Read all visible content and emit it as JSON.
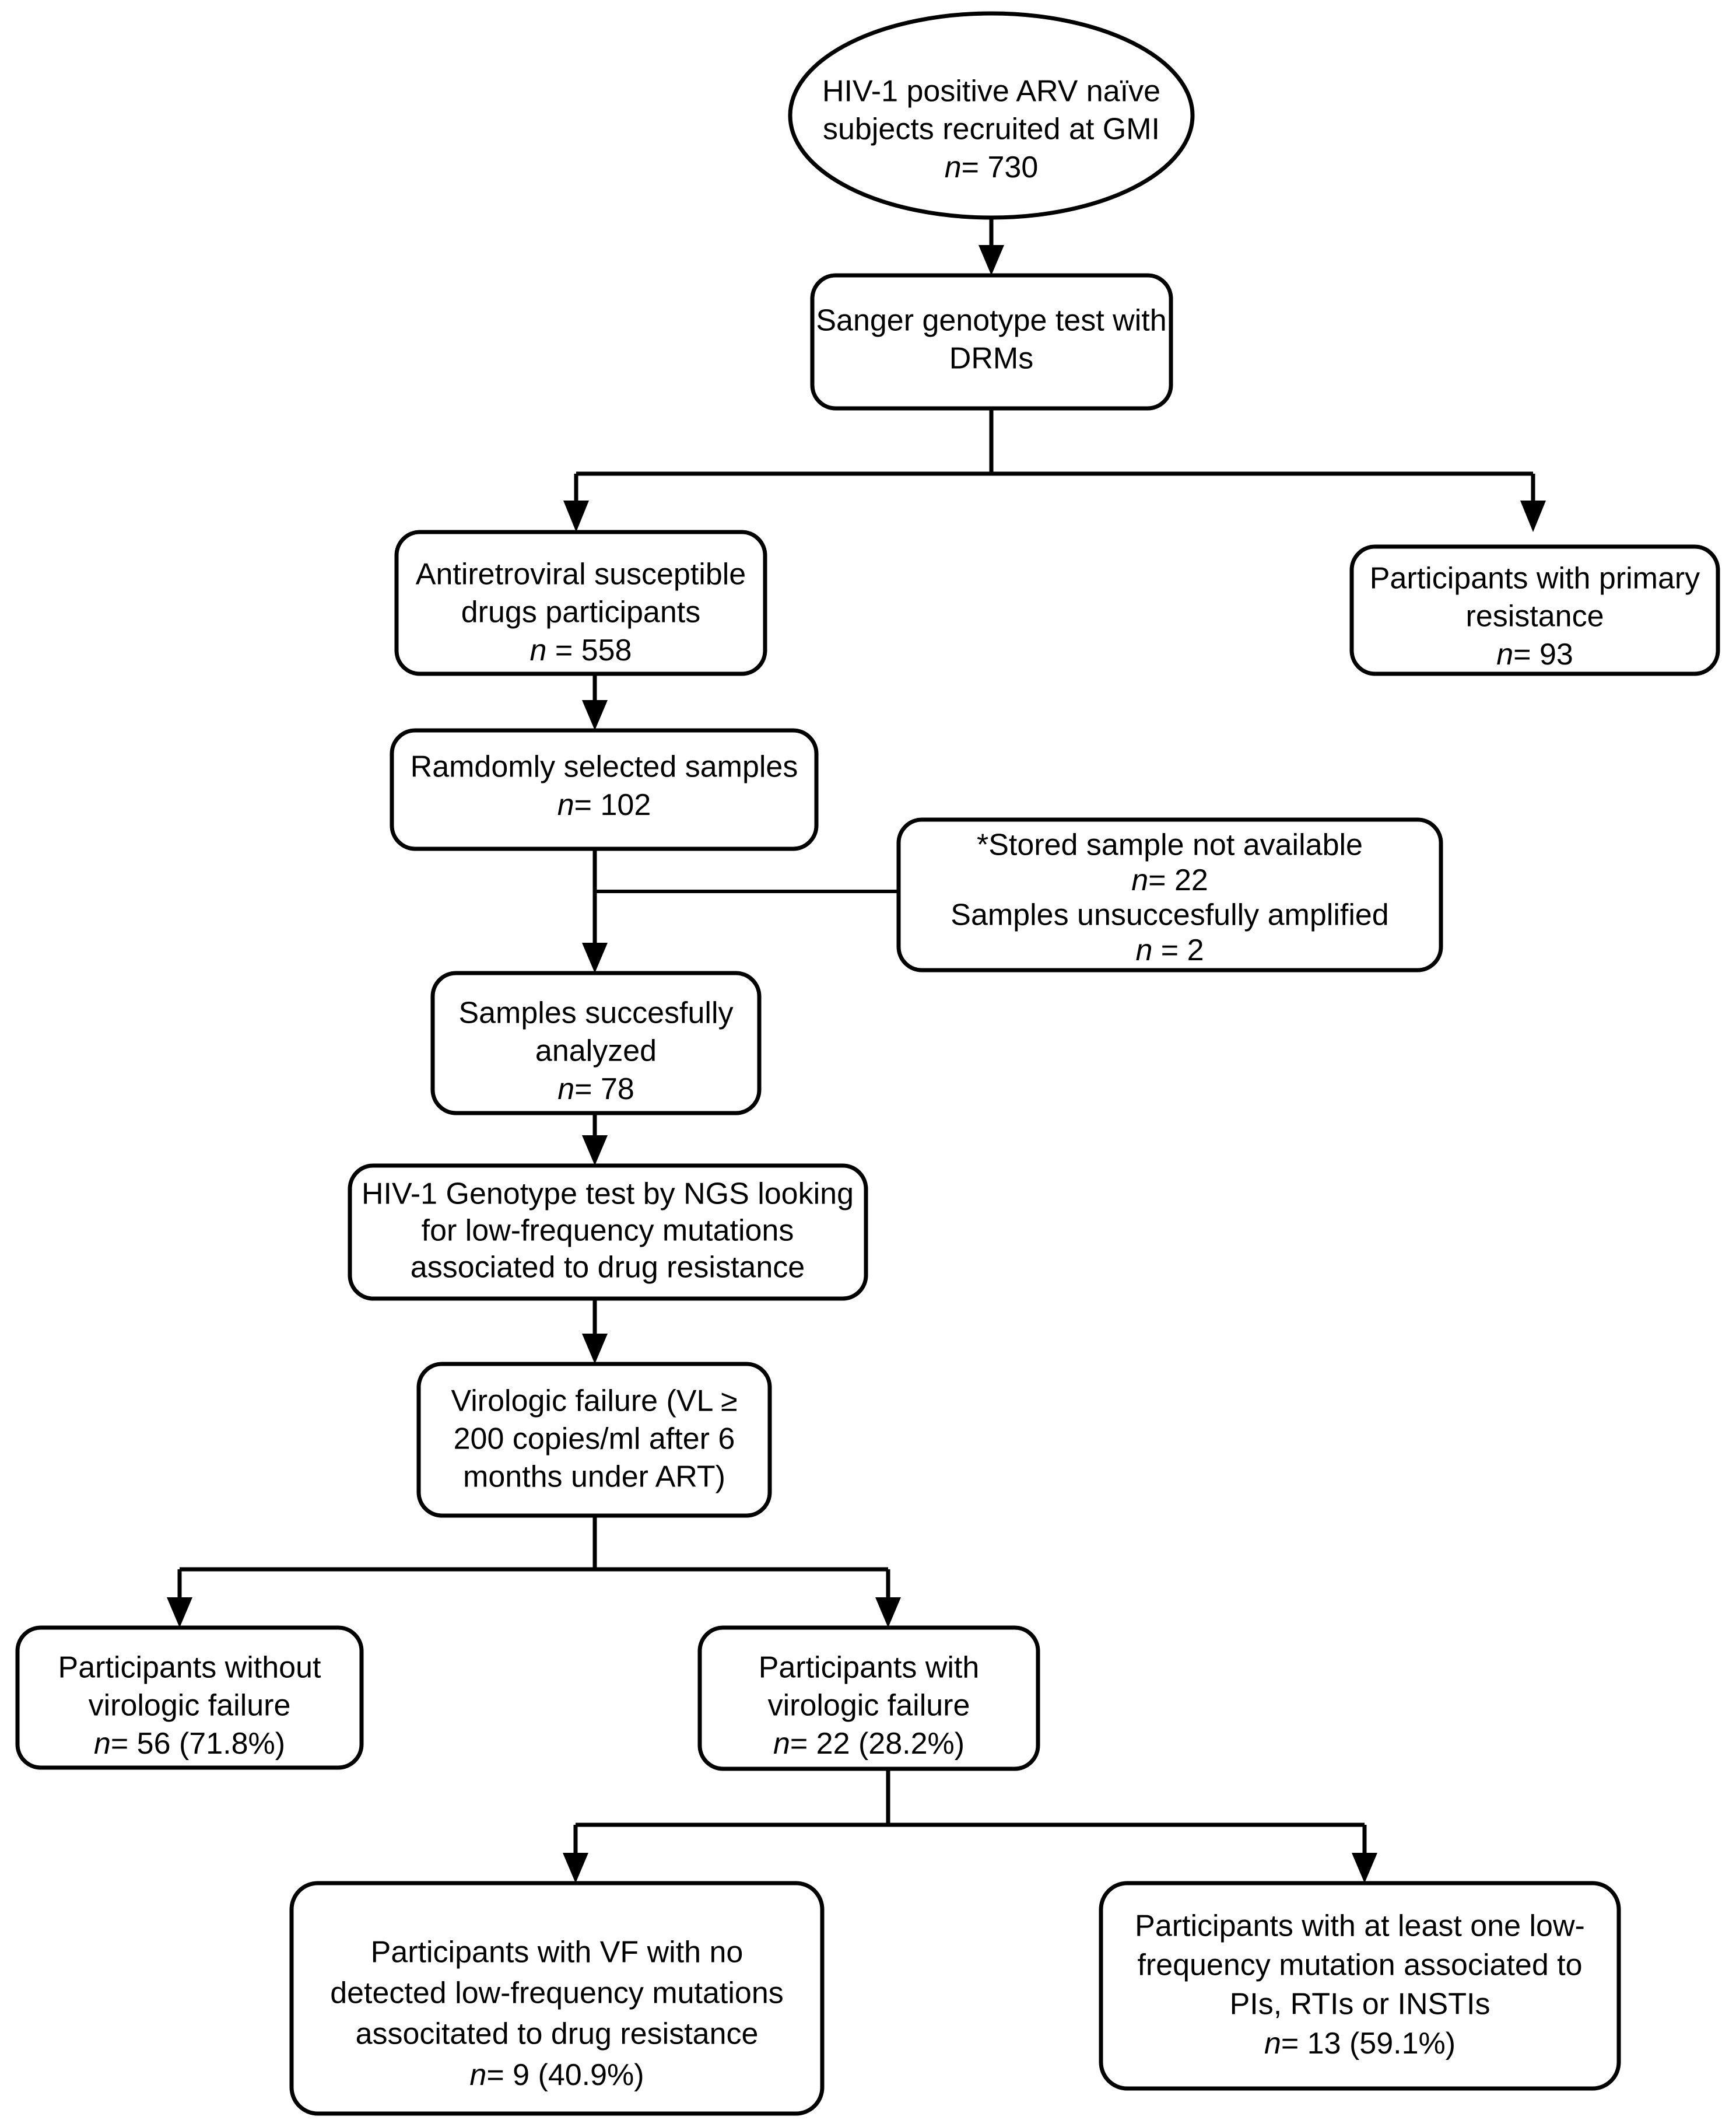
{
  "figure": {
    "type": "flowchart",
    "orientation": "top-down",
    "background_color": "#ffffff",
    "stroke_color": "#000000",
    "text_color": "#000000"
  },
  "nodes": [
    {
      "id": "recruited",
      "shape": "ellipse",
      "lines": [
        {
          "text": "HIV-1 positive ARV naïve",
          "italic_prefix": ""
        },
        {
          "text": "subjects recruited at GMI",
          "italic_prefix": ""
        },
        {
          "text": "= 730",
          "italic_prefix": "n"
        }
      ]
    },
    {
      "id": "sanger",
      "shape": "rounded-rect",
      "lines": [
        {
          "text": "Sanger genotype test with",
          "italic_prefix": ""
        },
        {
          "text": "DRMs",
          "italic_prefix": ""
        }
      ]
    },
    {
      "id": "susceptible",
      "shape": "rounded-rect",
      "lines": [
        {
          "text": "Antiretroviral susceptible",
          "italic_prefix": ""
        },
        {
          "text": "drugs participants",
          "italic_prefix": ""
        },
        {
          "text": " = 558",
          "italic_prefix": "n"
        }
      ]
    },
    {
      "id": "primary-resistance",
      "shape": "rounded-rect",
      "lines": [
        {
          "text": "Participants with primary",
          "italic_prefix": ""
        },
        {
          "text": "resistance",
          "italic_prefix": ""
        },
        {
          "text": "= 93",
          "italic_prefix": "n"
        }
      ]
    },
    {
      "id": "randomly-selected",
      "shape": "rounded-rect",
      "lines": [
        {
          "text": "Ramdomly selected samples",
          "italic_prefix": ""
        },
        {
          "text": "= 102",
          "italic_prefix": "n"
        }
      ]
    },
    {
      "id": "excluded-samples",
      "shape": "rounded-rect",
      "lines": [
        {
          "text": "*Stored sample not available",
          "italic_prefix": ""
        },
        {
          "text": "= 22",
          "italic_prefix": "n"
        },
        {
          "text": "Samples unsuccesfully amplified",
          "italic_prefix": ""
        },
        {
          "text": " = 2",
          "italic_prefix": "n"
        }
      ]
    },
    {
      "id": "analyzed",
      "shape": "rounded-rect",
      "lines": [
        {
          "text": "Samples succesfully",
          "italic_prefix": ""
        },
        {
          "text": "analyzed",
          "italic_prefix": ""
        },
        {
          "text": "= 78",
          "italic_prefix": "n"
        }
      ]
    },
    {
      "id": "ngs-test",
      "shape": "rounded-rect",
      "lines": [
        {
          "text": "HIV-1 Genotype test by NGS looking",
          "italic_prefix": ""
        },
        {
          "text": "for low-frequency mutations",
          "italic_prefix": ""
        },
        {
          "text": "associated to drug resistance",
          "italic_prefix": ""
        }
      ]
    },
    {
      "id": "virologic-failure-def",
      "shape": "rounded-rect",
      "lines": [
        {
          "text": "Virologic failure (VL  ≥",
          "italic_prefix": ""
        },
        {
          "text": "200 copies/ml after 6",
          "italic_prefix": ""
        },
        {
          "text": "months under ART)",
          "italic_prefix": ""
        }
      ]
    },
    {
      "id": "without-vf",
      "shape": "rounded-rect",
      "lines": [
        {
          "text": "Participants without",
          "italic_prefix": ""
        },
        {
          "text": "virologic failure",
          "italic_prefix": ""
        },
        {
          "text": "= 56 (71.8%)",
          "italic_prefix": "n"
        }
      ]
    },
    {
      "id": "with-vf",
      "shape": "rounded-rect",
      "lines": [
        {
          "text": "Participants with",
          "italic_prefix": ""
        },
        {
          "text": "virologic failure",
          "italic_prefix": ""
        },
        {
          "text": "= 22 (28.2%)",
          "italic_prefix": "n"
        }
      ]
    },
    {
      "id": "vf-no-mutations",
      "shape": "rounded-rect",
      "lines": [
        {
          "text": "Participants with VF with no",
          "italic_prefix": ""
        },
        {
          "text": "detected low-frequency mutations",
          "italic_prefix": ""
        },
        {
          "text": "associtated to drug resistance",
          "italic_prefix": ""
        },
        {
          "text": "= 9 (40.9%)",
          "italic_prefix": "n"
        }
      ]
    },
    {
      "id": "vf-with-mutations",
      "shape": "rounded-rect",
      "lines": [
        {
          "text": "Participants with at least one low-",
          "italic_prefix": ""
        },
        {
          "text": "frequency mutation associated to",
          "italic_prefix": ""
        },
        {
          "text": "PIs, RTIs or INSTIs",
          "italic_prefix": ""
        },
        {
          "text": "= 13 (59.1%)",
          "italic_prefix": "n"
        }
      ]
    }
  ],
  "edges": [
    {
      "from": "recruited",
      "to": "sanger",
      "style": "arrow"
    },
    {
      "from": "sanger",
      "to": "susceptible",
      "style": "split-arrow"
    },
    {
      "from": "sanger",
      "to": "primary-resistance",
      "style": "split-arrow"
    },
    {
      "from": "susceptible",
      "to": "randomly-selected",
      "style": "arrow"
    },
    {
      "from": "randomly-selected",
      "to": "analyzed",
      "style": "arrow"
    },
    {
      "from": "excluded-samples",
      "to": "randomly-selected-trunk",
      "style": "line"
    },
    {
      "from": "analyzed",
      "to": "ngs-test",
      "style": "arrow"
    },
    {
      "from": "ngs-test",
      "to": "virologic-failure-def",
      "style": "arrow"
    },
    {
      "from": "virologic-failure-def",
      "to": "without-vf",
      "style": "split-arrow"
    },
    {
      "from": "virologic-failure-def",
      "to": "with-vf",
      "style": "split-arrow"
    },
    {
      "from": "with-vf",
      "to": "vf-no-mutations",
      "style": "split-arrow"
    },
    {
      "from": "with-vf",
      "to": "vf-with-mutations",
      "style": "split-arrow"
    }
  ]
}
